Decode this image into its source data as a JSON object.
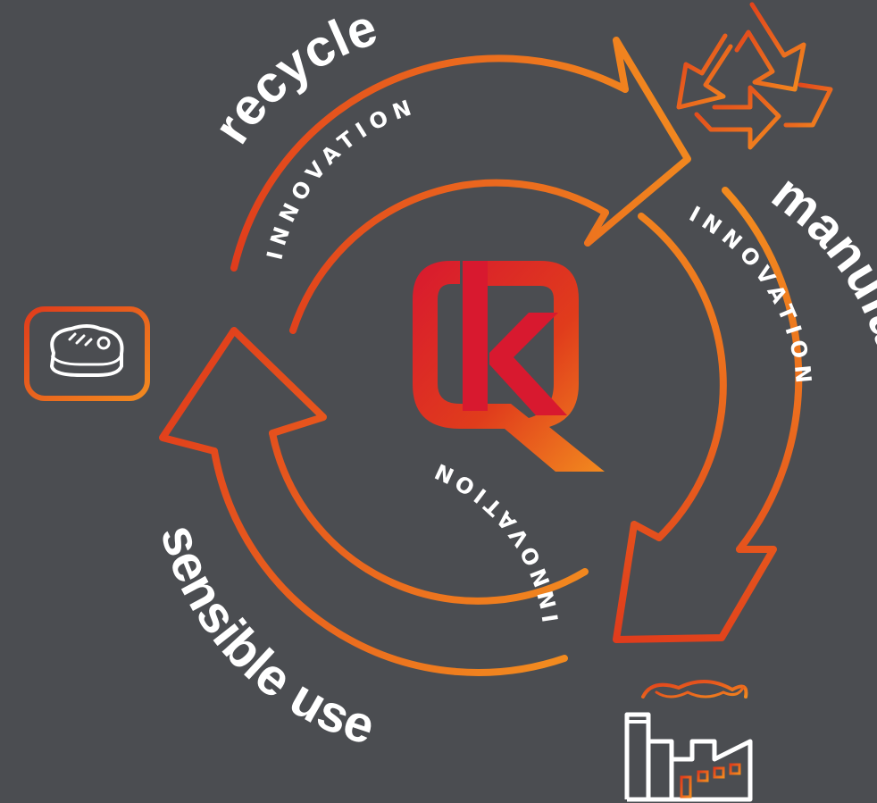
{
  "stages": {
    "recycle": "recycle",
    "manufacture": "manufacture",
    "sensible_use": "sensible use"
  },
  "arc_text": {
    "top": "INNOVATION",
    "right": "INNOVATION",
    "bottom": "INNOVATION"
  },
  "icons": {
    "recycle": "recycle-icon",
    "factory": "factory-icon",
    "food": "steak-tray-icon",
    "logo": "k-logo"
  },
  "colors": {
    "background": "#4b4d51",
    "gradient_start": "#e03c1c",
    "gradient_end": "#f28a1f",
    "logo_red": "#d8192f",
    "text": "#ffffff"
  }
}
